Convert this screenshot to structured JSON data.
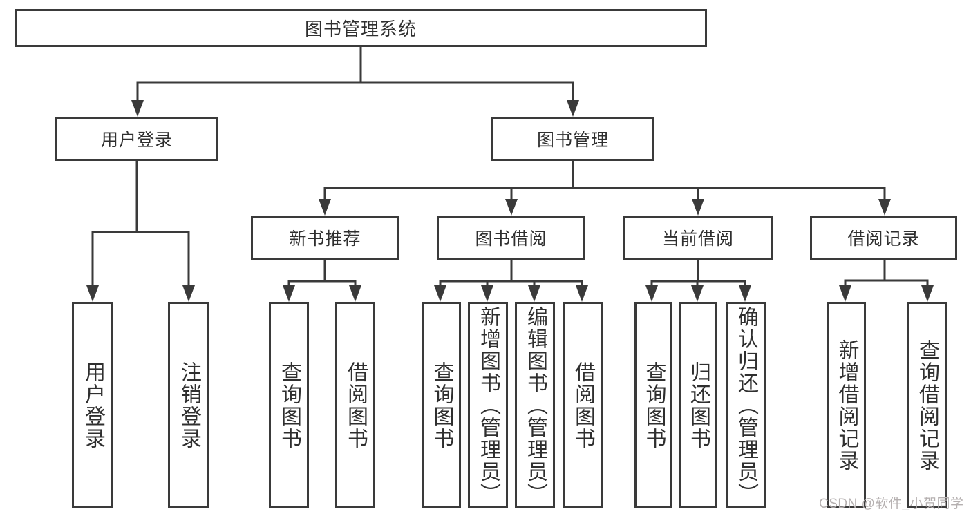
{
  "colors": {
    "line": "#3a3a3a",
    "text": "#2f2f2f",
    "background": "#ffffff",
    "watermark": "#b5b0b0"
  },
  "watermark": {
    "text": "CSDN @软件_小贺同学"
  },
  "tree": {
    "label": "图书管理系统",
    "children": [
      {
        "label": "用户登录",
        "children": [
          {
            "label": "用户登录"
          },
          {
            "label": "注销登录"
          }
        ]
      },
      {
        "label": "图书管理",
        "children": [
          {
            "label": "新书推荐",
            "children": [
              {
                "label": "查询图书"
              },
              {
                "label": "借阅图书"
              }
            ]
          },
          {
            "label": "图书借阅",
            "children": [
              {
                "label": "查询图书"
              },
              {
                "label": "新增图书（管理员）"
              },
              {
                "label": "编辑图书（管理员）"
              },
              {
                "label": "借阅图书"
              }
            ]
          },
          {
            "label": "当前借阅",
            "children": [
              {
                "label": "查询图书"
              },
              {
                "label": "归还图书"
              },
              {
                "label": "确认归还（管理员）"
              }
            ]
          },
          {
            "label": "借阅记录",
            "children": [
              {
                "label": "新增借阅记录"
              },
              {
                "label": "查询借阅记录"
              }
            ]
          }
        ]
      }
    ]
  }
}
